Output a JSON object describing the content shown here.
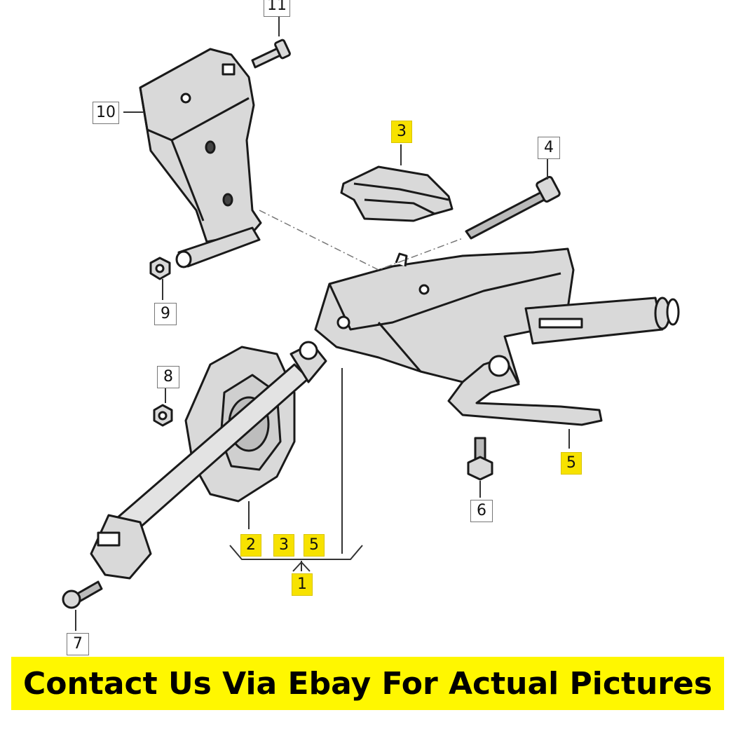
{
  "callouts": [
    {
      "id": "11",
      "text": "11",
      "highlight": false
    },
    {
      "id": "10",
      "text": "10",
      "highlight": false
    },
    {
      "id": "3a",
      "text": "3",
      "highlight": true
    },
    {
      "id": "4",
      "text": "4",
      "highlight": false
    },
    {
      "id": "9",
      "text": "9",
      "highlight": false
    },
    {
      "id": "8",
      "text": "8",
      "highlight": false
    },
    {
      "id": "5a",
      "text": "5",
      "highlight": true
    },
    {
      "id": "6",
      "text": "6",
      "highlight": false
    },
    {
      "id": "2",
      "text": "2",
      "highlight": true
    },
    {
      "id": "3b",
      "text": "3",
      "highlight": true
    },
    {
      "id": "5b",
      "text": "5",
      "highlight": true
    },
    {
      "id": "1",
      "text": "1",
      "highlight": true
    },
    {
      "id": "7",
      "text": "7",
      "highlight": false
    }
  ],
  "banner": {
    "text": "Contact Us Via Ebay For Actual Pictures"
  },
  "colors": {
    "highlight": "#f7e200",
    "banner": "#fff700",
    "part_fill": "#d9d9d9",
    "outline": "#1a1a1a"
  }
}
